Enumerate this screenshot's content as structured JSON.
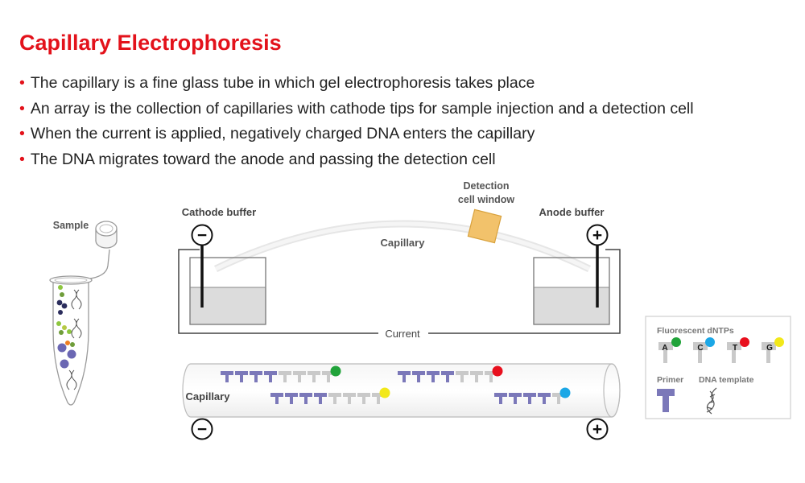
{
  "title": "Capillary Electrophoresis",
  "bullets": [
    "The capillary is a fine glass tube in which gel electrophoresis takes place",
    "An array is the collection of capillaries with cathode tips for sample injection and a detection cell",
    "When the current is applied, negatively charged DNA enters the capillary",
    "The DNA migrates toward the anode and passing the detection cell"
  ],
  "diagram": {
    "sample_label": "Sample",
    "cathode_buffer_label": "Cathode buffer",
    "anode_buffer_label": "Anode buffer",
    "detection_label_line1": "Detection",
    "detection_label_line2": "cell window",
    "capillary_top_label": "Capillary",
    "current_label": "Current",
    "capillary_bottom_label": "Capillary",
    "minus_symbol": "−",
    "plus_symbol": "+"
  },
  "legend": {
    "title": "Fluorescent dNTPs",
    "bases": [
      {
        "letter": "A",
        "color": "#21a33a"
      },
      {
        "letter": "C",
        "color": "#1ca7e6"
      },
      {
        "letter": "T",
        "color": "#e8101e"
      },
      {
        "letter": "G",
        "color": "#f2e81a"
      }
    ],
    "primer_label": "Primer",
    "template_label": "DNA template"
  },
  "colors": {
    "title_red": "#e3121b",
    "primer_purple": "#7b78b9",
    "strand_gray": "#c9c9c9",
    "detection_orange": "#f2c26b",
    "buffer_gray": "#dcdcdc"
  }
}
